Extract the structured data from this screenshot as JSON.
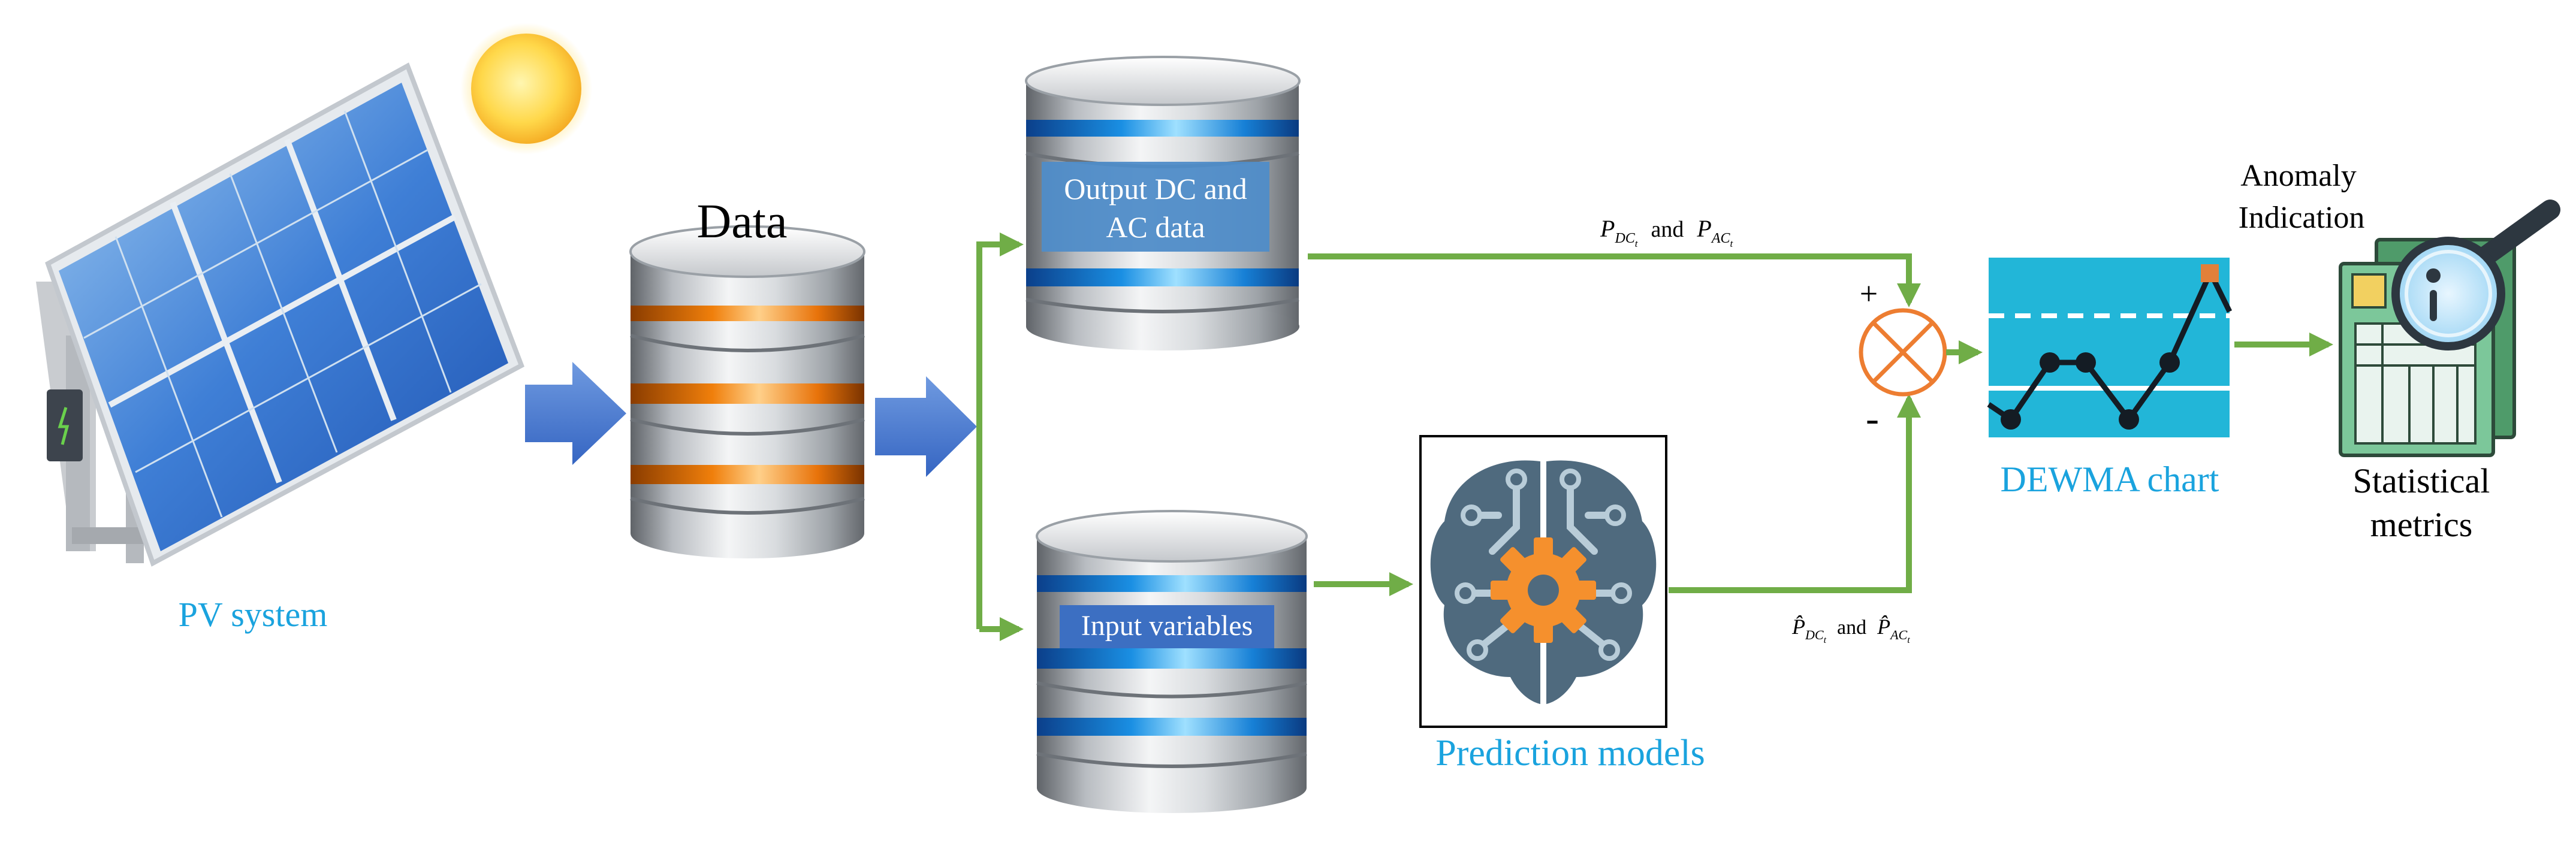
{
  "labels": {
    "pv_system": "PV system",
    "data": "Data",
    "output_data_line1": "Output DC and",
    "output_data_line2": "AC data",
    "input_variables": "Input variables",
    "prediction_models": "Prediction models",
    "dewma_chart": "DEWMA chart",
    "anomaly_line1": "Anomaly",
    "anomaly_line2": "Indication",
    "metrics_line1": "Statistical",
    "metrics_line2": "metrics",
    "plus_sign": "+",
    "minus_sign": "-"
  },
  "equations": {
    "measured": {
      "p": "P",
      "dc": "DC",
      "ac": "AC",
      "t": "t",
      "and": "and"
    },
    "predicted": {
      "p": "P̂",
      "dc": "DC",
      "ac": "AC",
      "t": "t",
      "and": "and"
    }
  },
  "colors": {
    "flow_arrow_green": "#70AD47",
    "block_arrow_blue": "#4472C4",
    "caption_blue": "#1AA3DE",
    "db_ring_orange": "#F07F0B",
    "db_ring_blue": "#1A8FE3",
    "db_label_blue": "#4F8CC8",
    "summing_junction_orange": "#ED7D31",
    "brain_slate": "#4F6A7E",
    "gear_orange": "#F5902D"
  },
  "icons": {
    "pv": "solar-panel-icon",
    "sun": "sun-icon",
    "data": "database-icon",
    "brain": "brain-gear-icon",
    "junction": "summing-junction-icon",
    "chart": "control-chart-icon",
    "magnifier": "magnifier-report-icon"
  }
}
